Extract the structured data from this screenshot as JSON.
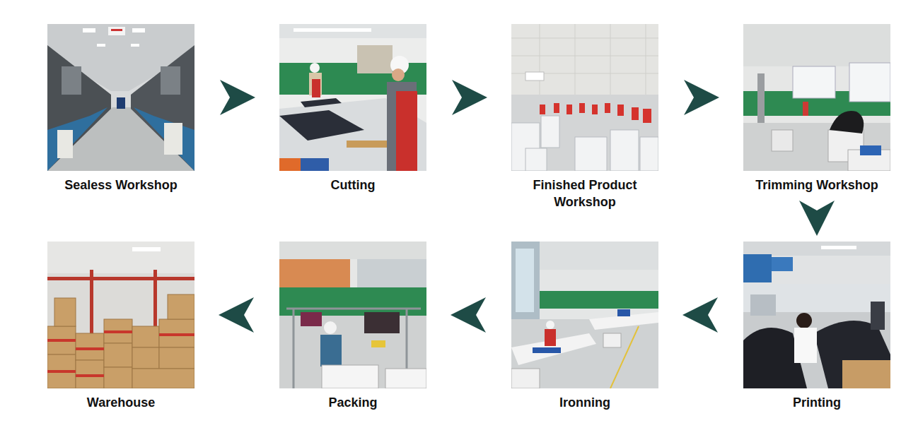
{
  "diagram": {
    "nodes": [
      {
        "text": [
          "Sealess Workshop"
        ]
      },
      {
        "text": [
          "Cutting"
        ]
      },
      {
        "text": [
          "Finished Product Workshop"
        ]
      },
      {
        "text": [
          "Trimming Workshop"
        ]
      },
      {
        "text": [
          "Printing"
        ]
      },
      {
        "text": [
          "Ironning"
        ]
      },
      {
        "text": [
          "Packing"
        ]
      },
      {
        "text": [
          "Warehouse"
        ]
      }
    ],
    "edges": [
      {
        "from": 0,
        "to": 1,
        "arrow": "to"
      },
      {
        "from": 1,
        "to": 2,
        "arrow": "to"
      },
      {
        "from": 2,
        "to": 3,
        "arrow": "to"
      },
      {
        "from": 3,
        "to": 4,
        "arrow": "to"
      },
      {
        "from": 4,
        "to": 5,
        "arrow": "to"
      },
      {
        "from": 5,
        "to": 6,
        "arrow": "to"
      },
      {
        "from": 6,
        "to": 7,
        "arrow": "to"
      }
    ]
  }
}
